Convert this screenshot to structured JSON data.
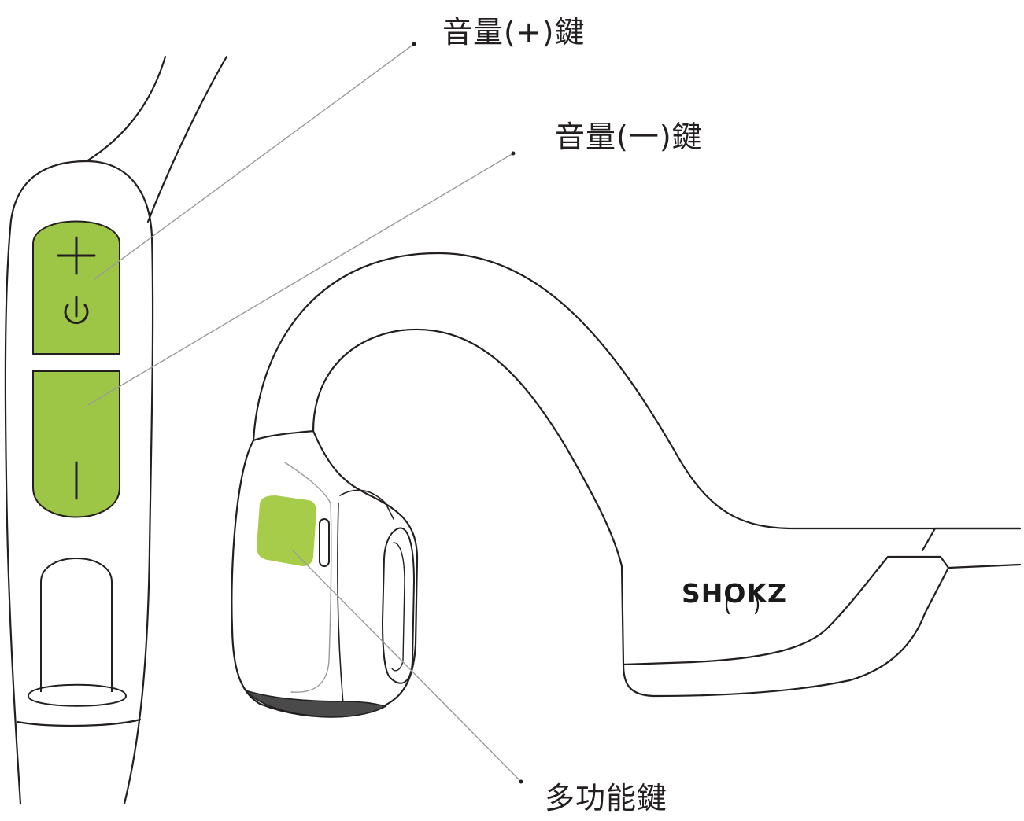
{
  "labels": {
    "volume_up": "音量(+)鍵",
    "volume_down": "音量(一)鍵",
    "multifunction": "多功能鍵"
  },
  "brand": {
    "logo_text": "SHOKZ"
  },
  "colors": {
    "button_green": "#9ec646",
    "mfb_green": "#a6cc4a",
    "outline": "#231f20",
    "leader_line": "#9a9a9a"
  }
}
